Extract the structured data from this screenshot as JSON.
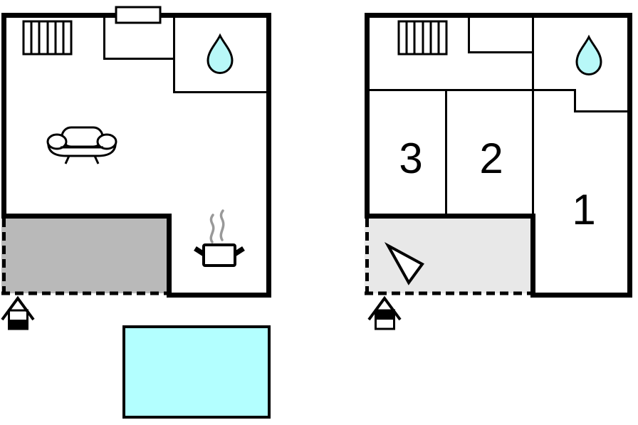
{
  "diagram": {
    "type": "floor-plan",
    "plans": [
      "ground-floor",
      "upper-floor"
    ]
  },
  "colors": {
    "wall": "#000000",
    "white": "#ffffff",
    "ground_terrace": "#b9b9b9",
    "upper_terrace": "#e8e8e8",
    "pool": "#b3ffff",
    "water": "#b8f8f8",
    "steam": "#999999"
  },
  "ground_floor": {
    "icons": {
      "stairs": "stairs-icon",
      "window": "window-icon",
      "bathroom": "water-drop-icon",
      "living": "sofa-icon",
      "kitchen": "cooking-pot-icon",
      "entrance": "house-ground-floor-icon",
      "terrace": "terrace-area",
      "pool": "swimming-pool"
    }
  },
  "upper_floor": {
    "rooms": [
      {
        "label": "1"
      },
      {
        "label": "2"
      },
      {
        "label": "3"
      }
    ],
    "icons": {
      "stairs": "stairs-icon",
      "bathroom": "water-drop-icon",
      "direction": "direction-arrow-icon",
      "entrance": "house-upper-floor-icon",
      "terrace": "terrace-area"
    }
  }
}
